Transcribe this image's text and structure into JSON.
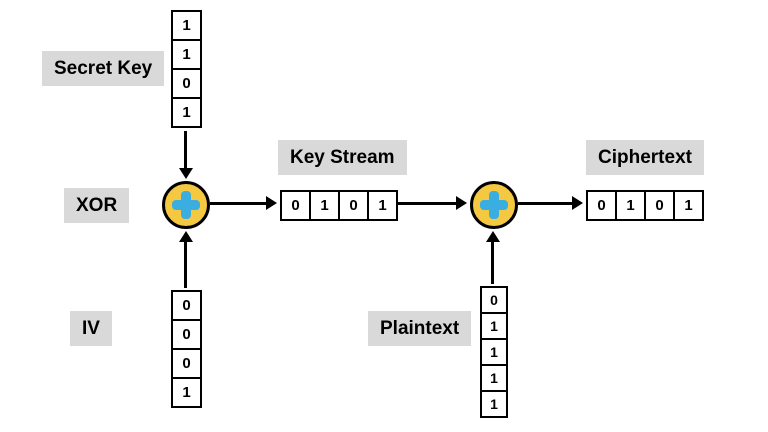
{
  "diagram": {
    "labels": {
      "secret_key": "Secret Key",
      "xor": "XOR",
      "iv": "IV",
      "key_stream": "Key Stream",
      "plaintext": "Plaintext",
      "ciphertext": "Ciphertext"
    },
    "columns": {
      "secret_key_bits": [
        "1",
        "1",
        "0",
        "1"
      ],
      "iv_bits": [
        "0",
        "0",
        "0",
        "1"
      ],
      "plaintext_bits": [
        "0",
        "1",
        "1",
        "1",
        "1"
      ]
    },
    "rows": {
      "key_stream_bits": [
        "0",
        "1",
        "0",
        "1"
      ],
      "ciphertext_bits": [
        "0",
        "1",
        "0",
        "1"
      ]
    },
    "colors": {
      "label_bg": "#d9d9d9",
      "xor_fill": "#f5c842",
      "xor_plus": "#3aaee0",
      "stroke": "#000000"
    }
  }
}
